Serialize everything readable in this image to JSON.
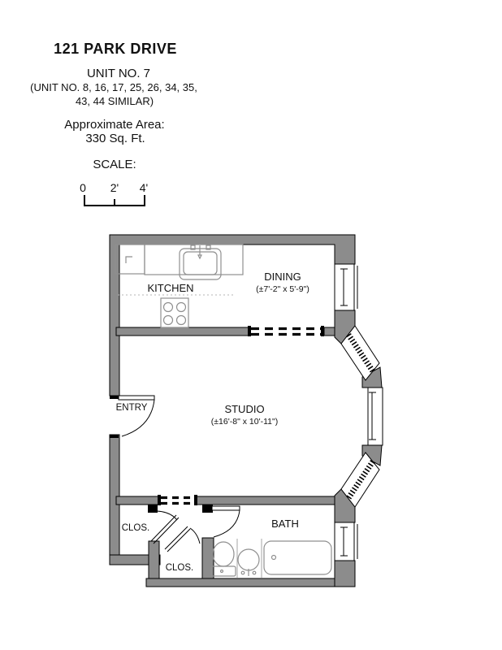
{
  "header": {
    "title": "121 PARK DRIVE",
    "unit": "UNIT NO. 7",
    "similar_units_line1": "(UNIT NO. 8, 16, 17, 25, 26, 34, 35,",
    "similar_units_line2": "43, 44 SIMILAR)",
    "area_label": "Approximate Area:",
    "area_value": "330 Sq. Ft.",
    "scale_label": "SCALE:",
    "scale_ticks": [
      "0",
      "2'",
      "4'"
    ]
  },
  "rooms": {
    "kitchen": {
      "label": "KITCHEN"
    },
    "dining": {
      "label": "DINING",
      "dimensions": "(±7'-2\" x 5'-9\")"
    },
    "studio": {
      "label": "STUDIO",
      "dimensions": "(±16'-8\" x 10'-11\")"
    },
    "entry": {
      "label": "ENTRY"
    },
    "bath": {
      "label": "BATH"
    },
    "closet_left": {
      "label": "CLOS."
    },
    "closet_bottom": {
      "label": "CLOS."
    }
  },
  "fixtures": [
    "refrigerator",
    "kitchen-counter",
    "kitchen-sink",
    "stove",
    "toilet",
    "pedestal-sink",
    "bathtub"
  ],
  "colors": {
    "wall": "#8c8c8c",
    "outline": "#000000",
    "fixture_line": "#8f8f8f",
    "background": "#ffffff",
    "text": "#111111"
  }
}
